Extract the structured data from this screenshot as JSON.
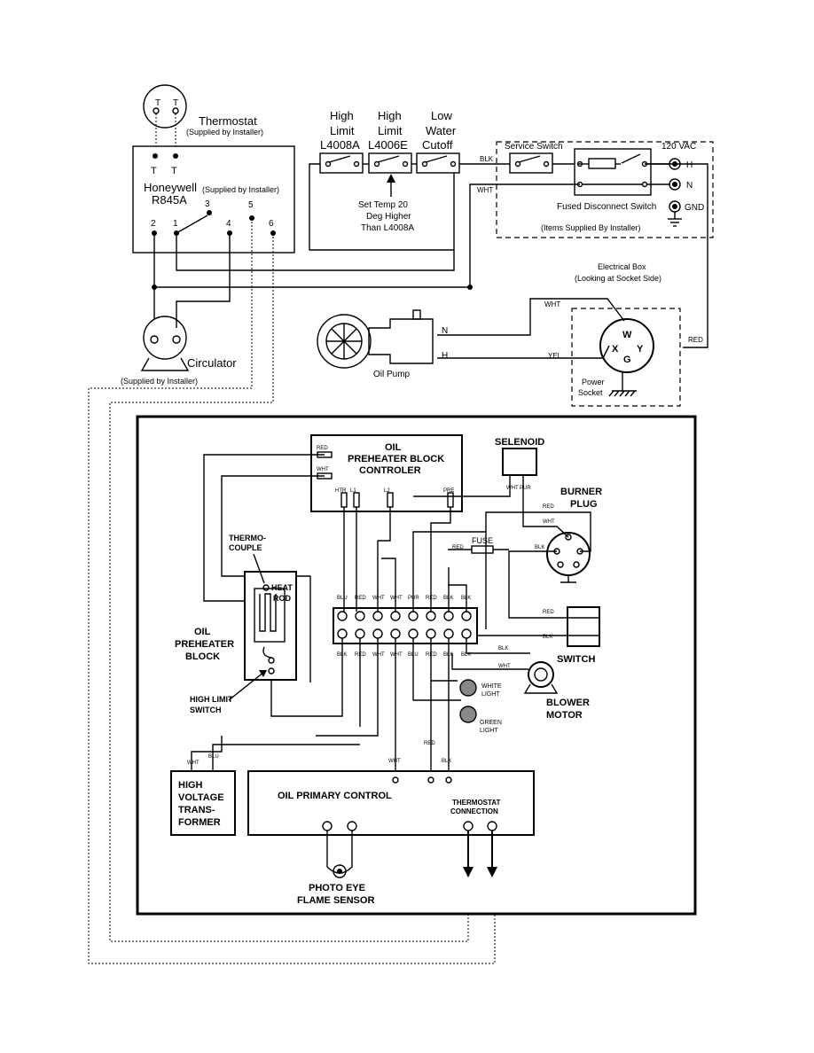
{
  "thermostat": {
    "label": "Thermostat",
    "note": "(Supplied by Installer)",
    "t": "T"
  },
  "relay": {
    "brand": "Honeywell",
    "model": "R845A",
    "note": "(Supplied by Installer)",
    "terminals": [
      "2",
      "1",
      "3",
      "4",
      "5",
      "6"
    ]
  },
  "limits": [
    {
      "l1": "High",
      "l2": "Limit",
      "l3": "L4008A"
    },
    {
      "l1": "High",
      "l2": "Limit",
      "l3": "L4006E"
    },
    {
      "l1": "Low",
      "l2": "Water",
      "l3": "Cutoff"
    }
  ],
  "settemp": [
    "Set Temp 20",
    "Deg Higher",
    "Than L4008A"
  ],
  "service_switch": "Service Switch",
  "vac": "120 VAC",
  "fused": "Fused Disconnect Switch",
  "installer_items": "(Items Supplied By Installer)",
  "terminals": {
    "h": "H",
    "n": "N",
    "gnd": "GND"
  },
  "wires": {
    "blk": "BLK",
    "wht": "WHT",
    "red": "RED",
    "yel": "YEL",
    "blu": "BLU",
    "pur": "PUR"
  },
  "electrical_box": [
    "Electrical Box",
    "(Looking at Socket Side)"
  ],
  "socket": {
    "w": "W",
    "x": "X",
    "y": "Y",
    "g": "G",
    "label1": "Power",
    "label2": "Socket"
  },
  "oil_pump": "Oil Pump",
  "circulator": "Circulator",
  "circulator_note": "(Supplied by Installer)",
  "pump_nh": {
    "n": "N",
    "h": "H"
  },
  "inner": {
    "controller": [
      "OIL",
      "PREHEATER BLOCK",
      "CONTROLER"
    ],
    "ctrl_wires": [
      "HTR",
      "L1",
      "L2",
      "PRE"
    ],
    "selenoid": "SELENOID",
    "burner_plug": [
      "BURNER",
      "PLUG"
    ],
    "fuse": "FUSE",
    "thermocouple": [
      "THERMO-",
      "COUPLE"
    ],
    "heat_rod": [
      "HEAT",
      "ROD"
    ],
    "preheater": [
      "OIL",
      "PREHEATER",
      "BLOCK"
    ],
    "high_limit": [
      "HIGH LIMIT",
      "SWITCH"
    ],
    "switch": "SWITCH",
    "white_light": [
      "WHITE",
      "LIGHT"
    ],
    "green_light": [
      "GREEN",
      "LIGHT"
    ],
    "blower": [
      "BLOWER",
      "MOTOR"
    ],
    "transformer": [
      "HIGH",
      "VOLTAGE",
      "TRANS-",
      "FORMER"
    ],
    "primary": "OIL PRIMARY CONTROL",
    "thermostat_conn": [
      "THERMOSTAT",
      "CONNECTION"
    ],
    "photo_eye": [
      "PHOTO EYE",
      "FLAME SENSOR"
    ]
  }
}
